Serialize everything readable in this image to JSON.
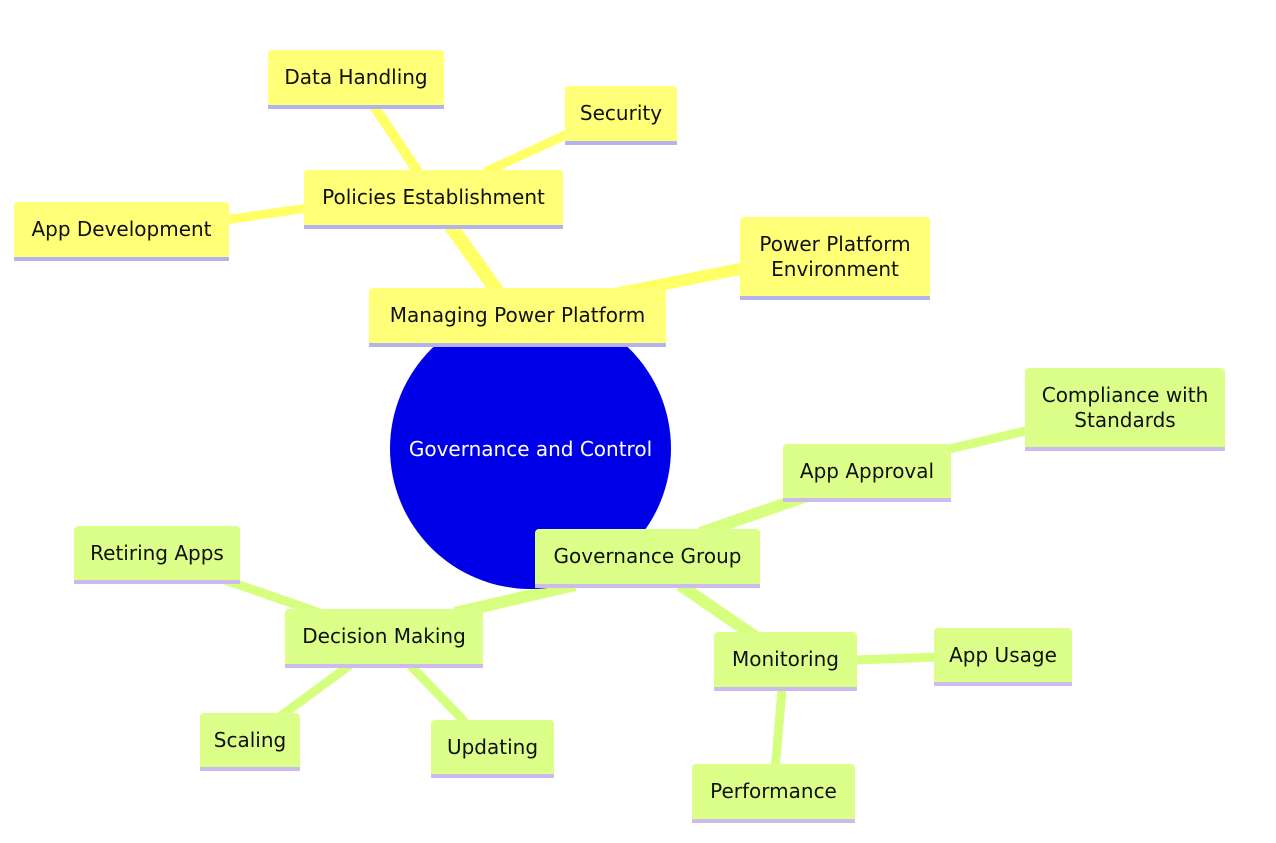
{
  "root": {
    "label": "Governance and Control"
  },
  "branches": {
    "managing": {
      "label": "Managing Power Platform",
      "policies": {
        "label": "Policies Establishment",
        "data_handling": "Data Handling",
        "security": "Security",
        "app_development": "App Development"
      },
      "environment": "Power Platform\nEnvironment"
    },
    "governance_group": {
      "label": "Governance Group",
      "app_approval": {
        "label": "App Approval",
        "compliance": "Compliance with\nStandards"
      },
      "monitoring": {
        "label": "Monitoring",
        "app_usage": "App Usage",
        "performance": "Performance"
      },
      "decision_making": {
        "label": "Decision Making",
        "retiring": "Retiring Apps",
        "scaling": "Scaling",
        "updating": "Updating"
      }
    }
  },
  "colors": {
    "root_fill": "#0000e8",
    "yellow_fill": "#ffff78",
    "yellow_edge": "#ffff66",
    "green_fill": "#dcff8a",
    "green_edge": "#d6ff80",
    "underline": "#b3b3ee"
  }
}
